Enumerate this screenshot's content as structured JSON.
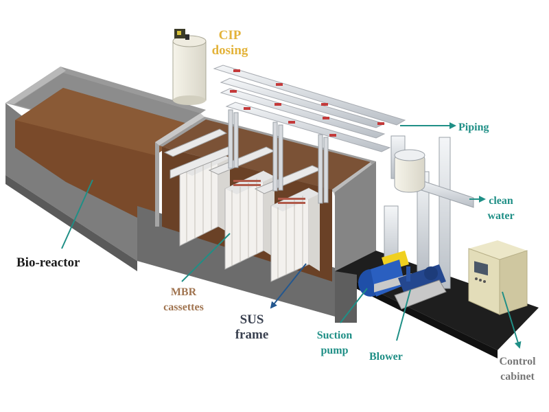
{
  "labels": {
    "cip": [
      "CIP",
      "dosing"
    ],
    "piping": "Piping",
    "clean_water": [
      "clean",
      "water"
    ],
    "bio_reactor": "Bio-reactor",
    "mbr": [
      "MBR",
      "cassettes"
    ],
    "sus": [
      "SUS",
      "frame"
    ],
    "suction": [
      "Suction",
      "pump"
    ],
    "blower": "Blower",
    "control": [
      "Control",
      "cabinet"
    ]
  },
  "colors": {
    "cip": "#e3b33a",
    "teal": "#1f8f86",
    "mbr": "#a07450",
    "dark": "#1b1b1b",
    "sus": "#3a4150",
    "control": "#777777",
    "blue_arrow": "#23578f",
    "sludge": "#7a4a2a",
    "pump_blue": "#1f4fa8",
    "pump_yellow": "#f0d020"
  }
}
